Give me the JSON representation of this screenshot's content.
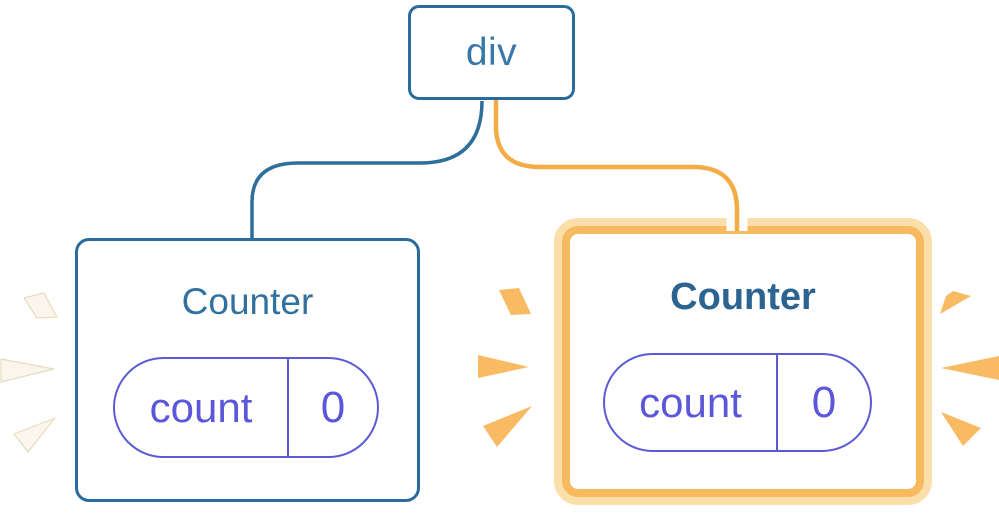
{
  "diagram": {
    "root": {
      "label": "div"
    },
    "children": [
      {
        "title": "Counter",
        "highlighted": false,
        "state": {
          "key": "count",
          "value": "0"
        },
        "burst": "white-burst"
      },
      {
        "title": "Counter",
        "highlighted": true,
        "state": {
          "key": "count",
          "value": "0"
        },
        "burst": "orange-burst"
      }
    ]
  },
  "icons": {
    "left_burst": "burst-rays-icon",
    "middle_burst": "burst-rays-icon",
    "right_burst": "burst-rays-icon"
  },
  "colors": {
    "card_border_blue": "#2A6B9D",
    "root_label_blue": "#3878A8",
    "counter_title_blue": "#31719F",
    "counter_title_blue_bold": "#2C6491",
    "pill_purple": "#5B5BD6",
    "pill_text_purple": "#5B57DB",
    "highlight_orange": "#F8BA5E",
    "highlight_peach": "#FBDFAB",
    "connector_orange": "#F5AC47",
    "connector_blue": "#2E6E9B",
    "burst_white": "#FAF6EE",
    "burst_orange": "#F8BA62",
    "background": "#FFFFFF"
  }
}
